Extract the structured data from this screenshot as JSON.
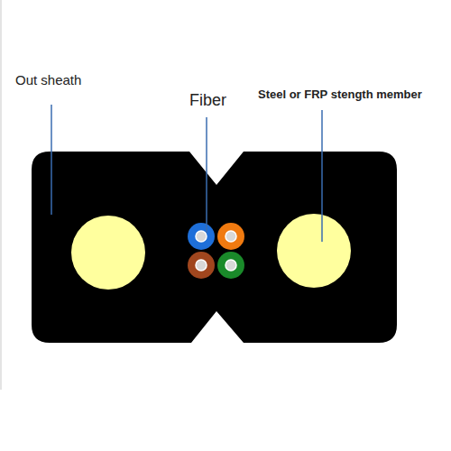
{
  "diagram": {
    "labels": [
      "Out sheath",
      "Fiber",
      "Steel or FRP stength member"
    ]
  }
}
